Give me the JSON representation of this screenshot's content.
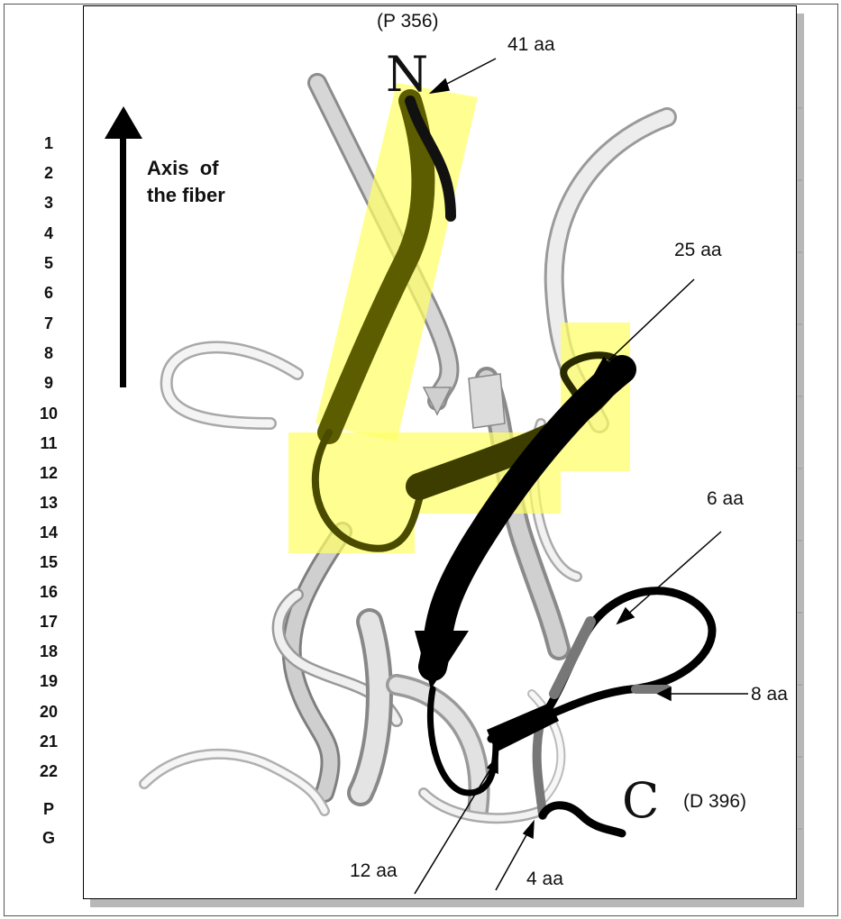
{
  "residue_numbers": [
    "1",
    "2",
    "3",
    "4",
    "5",
    "6",
    "7",
    "8",
    "9",
    "10",
    "11",
    "12",
    "13",
    "14",
    "15",
    "16",
    "17",
    "18",
    "19",
    "20",
    "21",
    "22",
    "P",
    "G"
  ],
  "axis_label_line1": "Axis  of",
  "axis_label_line2": "the fiber",
  "n_terminus": "N",
  "c_terminus": "C",
  "n_residue": "(P 356)",
  "c_residue": "(D 396)",
  "segment_labels": {
    "top": "41 aa",
    "upper_right": "25 aa",
    "loop": "6 aa",
    "right": "8 aa",
    "bottom_left": "12 aa",
    "bottom": "4 aa"
  },
  "highlight_color": "#ffff66",
  "ribbon_dark": "#111111"
}
